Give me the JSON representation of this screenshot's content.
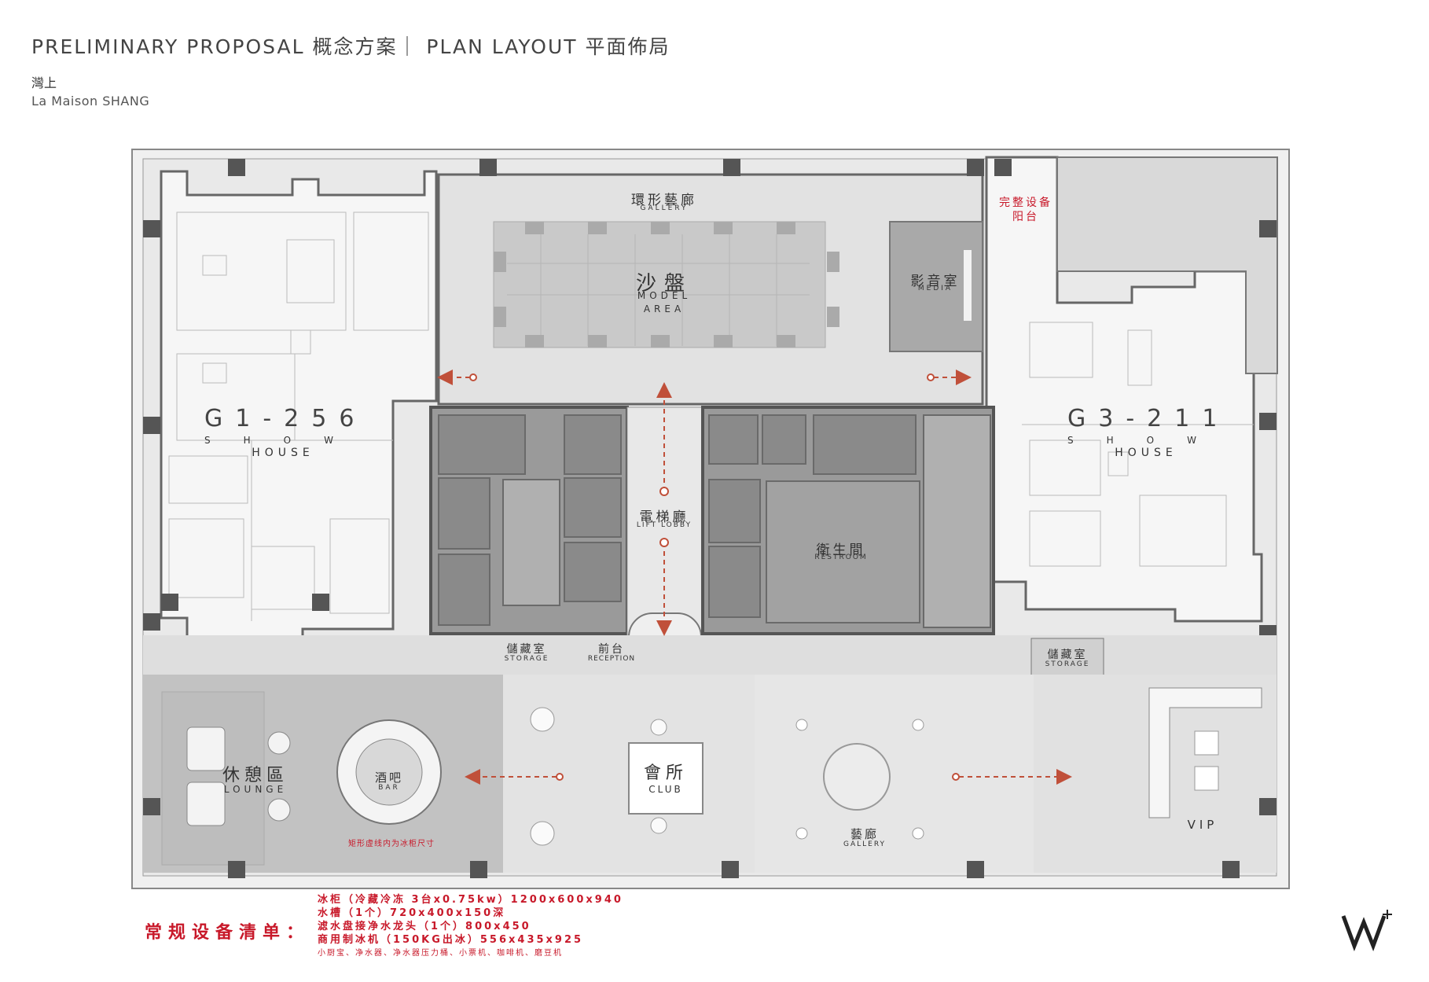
{
  "header": {
    "title": "PRELIMINARY PROPOSAL 概念方案｜ PLAN LAYOUT 平面佈局",
    "subtitle_cn": "灣上",
    "subtitle_en": "La Maison SHANG"
  },
  "rooms": {
    "gallery_top": {
      "cn": "環形藝廊",
      "en": "GALLERY"
    },
    "model_area": {
      "cn": "沙盤",
      "en1": "MODEL",
      "en2": "AREA"
    },
    "media": {
      "cn": "影音室",
      "en": "MEDIA"
    },
    "balcony": {
      "line1": "完整设备",
      "line2": "阳台"
    },
    "show_house_left": {
      "code": "G1-256",
      "en1": "SHOW",
      "en2": "HOUSE"
    },
    "show_house_right": {
      "code": "G3-211",
      "en1": "SHOW",
      "en2": "HOUSE"
    },
    "lift_lobby": {
      "cn": "電梯廳",
      "en": "LIFT LOBBY"
    },
    "restroom": {
      "cn": "衛生間",
      "en": "RESTROOM"
    },
    "storage_left": {
      "cn": "儲藏室",
      "en": "STORAGE"
    },
    "reception": {
      "cn": "前台",
      "en": "RECEPTION"
    },
    "storage_right": {
      "cn": "儲藏室",
      "en": "STORAGE"
    },
    "lounge": {
      "cn": "休憩區",
      "en": "LOUNGE"
    },
    "bar": {
      "cn": "酒吧",
      "en": "BAR"
    },
    "bar_note": "矩形虚线内为冰柜尺寸",
    "club": {
      "cn": "會所",
      "en": "CLUB"
    },
    "gallery_bottom": {
      "cn": "藝廊",
      "en": "GALLERY"
    },
    "vip": {
      "en": "VIP"
    }
  },
  "equipment": {
    "heading": "常规设备清单：",
    "lines": [
      "冰柜（冷藏冷冻 3台x0.75kw）1200x600x940",
      "水槽（1个）720x400x150深",
      "滤水盘接净水龙头（1个）800x450",
      "商用制冰机（150KG出冰）556x435x925"
    ],
    "note": "小厨宝、净水器、净水器压力桶、小票机、咖啡机、磨豆机"
  },
  "colors": {
    "accent_red": "#c8192a",
    "arrow": "#c0503a",
    "dark_zone": "#8f8f8f",
    "mid_zone": "#c4c4c4",
    "light_zone": "#e6e6e6",
    "wall": "#5a5a5a"
  }
}
